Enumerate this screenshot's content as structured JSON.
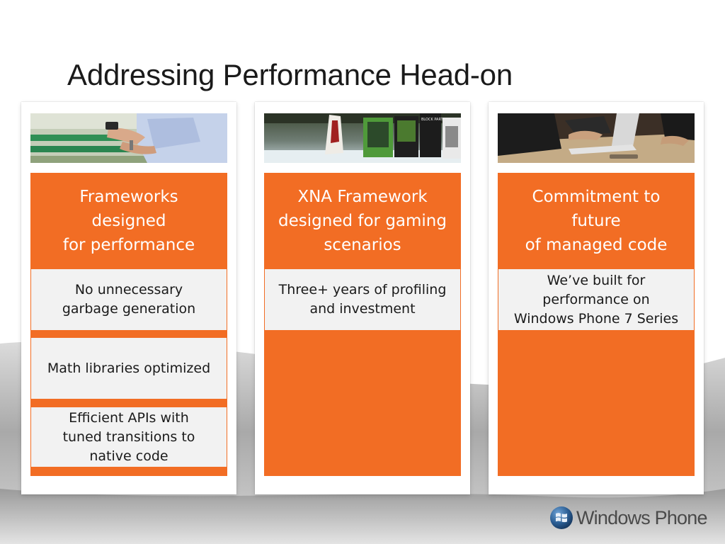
{
  "slide": {
    "title": "Addressing Performance Head-on"
  },
  "columns": [
    {
      "header": "Frameworks\ndesigned\nfor performance",
      "items": [
        "No unnecessary\ngarbage generation",
        "Math libraries optimized",
        "Efficient APIs with\ntuned transitions to\nnative code"
      ]
    },
    {
      "header": "XNA Framework\ndesigned for gaming\nscenarios",
      "items": [
        "Three+ years of profiling\nand investment"
      ]
    },
    {
      "header": "Commitment to\nfuture\nof managed code",
      "items": [
        "We’ve built for\nperformance on\nWindows Phone 7 Series"
      ]
    }
  ],
  "game_tiles": [
    "BLOCK PARTY"
  ],
  "footer": {
    "logo_text": "Windows Phone"
  },
  "colors": {
    "accent": "#f26d24",
    "box": "#f2f2f2",
    "title": "#1a1a1a"
  }
}
